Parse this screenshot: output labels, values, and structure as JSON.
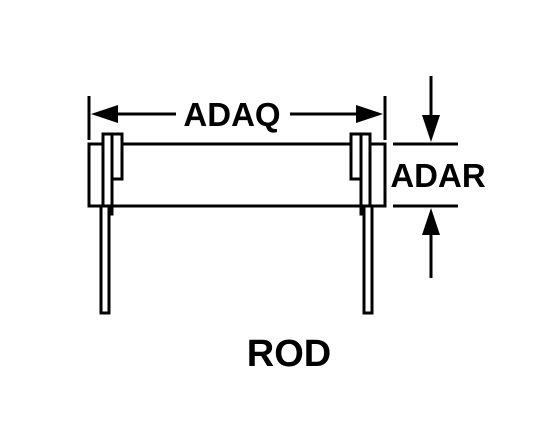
{
  "diagram": {
    "length_dimension_label": "ADAQ",
    "diameter_dimension_label": "ADAR",
    "part_name": "ROD",
    "line_color": "#000000",
    "background_color": "#ffffff"
  }
}
